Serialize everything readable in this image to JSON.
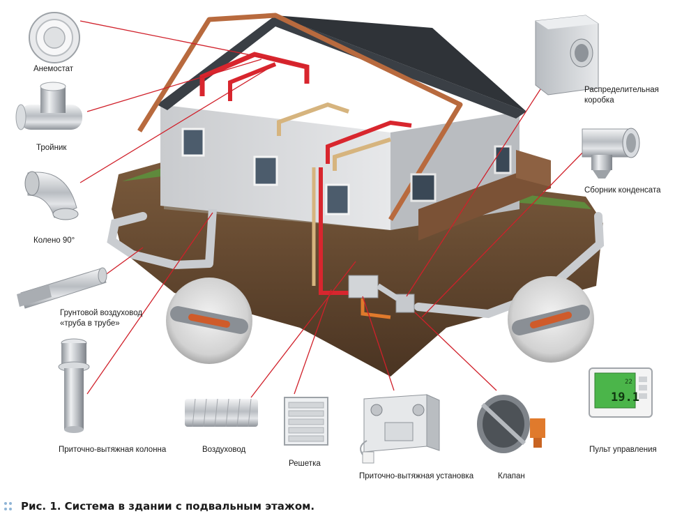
{
  "colors": {
    "leader": "#d0202a",
    "caption_dots": "#8fb4d6",
    "roof": "#3a3f45",
    "wall": "#d9dadc",
    "soil": "#6b4d33",
    "grass": "#5f8a3c",
    "duct": "#c9ccd0",
    "hot_pipe": "#d8262e",
    "warm_pipe": "#d6b47e",
    "copper_frame": "#b86a3e"
  },
  "labels": {
    "anemostat": "Анемостат",
    "tee": "Тройник",
    "elbow": "Колено 90°",
    "ground_duct_line1": "Грунтовой воздуховод",
    "ground_duct_line2": "«труба в трубе»",
    "supply_exhaust_column": "Приточно-вытяжная колонна",
    "air_duct": "Воздуховод",
    "grille": "Решетка",
    "supply_exhaust_unit": "Приточно-вытяжная установка",
    "valve": "Клапан",
    "control_panel": "Пульт управления",
    "distribution_box_line1": "Распределительная",
    "distribution_box_line2": "коробка",
    "condensate_collector": "Сборник конденсата"
  },
  "panel_display": {
    "top": "22",
    "big": "19.1"
  },
  "caption": {
    "prefix": "Рис. 1.",
    "text": " Система в здании с подвальным этажом."
  },
  "icons": {
    "anemostat": "anemostat-icon",
    "tee": "tee-fitting-icon",
    "elbow": "elbow-fitting-icon",
    "ground_duct": "ground-duct-icon",
    "column": "ventilation-column-icon",
    "air_duct": "air-duct-icon",
    "grille": "grille-icon",
    "unit": "ventilation-unit-icon",
    "valve": "damper-valve-icon",
    "panel": "control-panel-icon",
    "box": "distribution-box-icon",
    "condensate": "condensate-collector-icon"
  }
}
